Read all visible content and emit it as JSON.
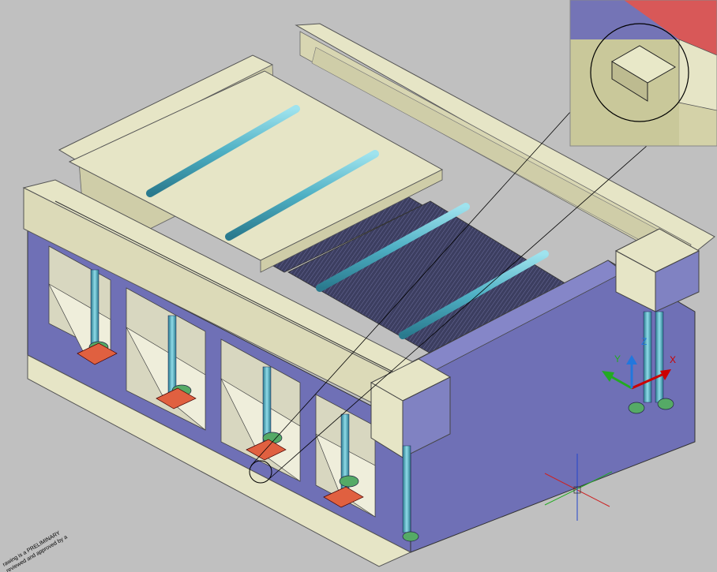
{
  "viewport": {
    "background": "#c0c0c0",
    "ucs_axes": {
      "x_label": "X",
      "y_label": "Y",
      "z_label": "Z",
      "x_color": "#cc0000",
      "y_color": "#22aa22",
      "z_color": "#2277dd"
    }
  },
  "model": {
    "concrete_color": "#e6e5c6",
    "wall_color": "#7070b8",
    "lamella_color": "#404266",
    "pipe_color": "#5ab8c8",
    "bracket_color": "#e06040",
    "elbow_color": "#55aa66"
  },
  "drawing_note": {
    "line1": "rawing is a PRELIMINARY",
    "line2": "reviewed and approved by a"
  }
}
